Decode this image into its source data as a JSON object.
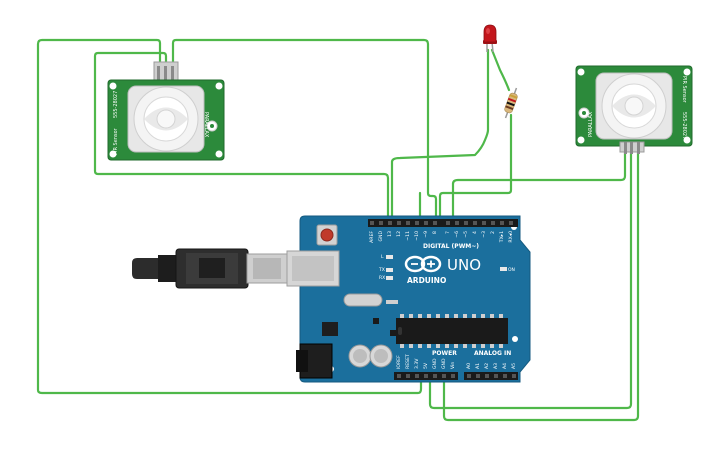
{
  "board": {
    "logo": "ARDUINO",
    "model": "UNO",
    "digital_header": "DIGITAL (PWM~)",
    "power_header": "POWER",
    "analog_header": "ANALOG IN",
    "led_l": "L",
    "led_tx": "TX",
    "led_rx": "RX",
    "led_on": "ON",
    "digital_pins": [
      "AREF",
      "GND",
      "13",
      "12",
      "~11",
      "~10",
      "~9",
      "8",
      "7",
      "~6",
      "~5",
      "4",
      "~3",
      "2",
      "TX▸1",
      "RX◂0"
    ],
    "power_pins": [
      "IOREF",
      "RESET",
      "3.3V",
      "5V",
      "GND",
      "GND",
      "Vin"
    ],
    "analog_pins": [
      "A0",
      "A1",
      "A2",
      "A3",
      "A4",
      "A5"
    ]
  },
  "sensor_left": {
    "label_a": "PIR Sensor",
    "label_b": "555-28027",
    "label_c": "PARALLAX"
  },
  "sensor_right": {
    "label_a": "PIR Sensor",
    "label_b": "555-28027",
    "label_c": "PARALLAX"
  },
  "colors": {
    "wire": "#4fb84a",
    "board": "#1b6f9d",
    "sensor_pcb": "#2c8a3b",
    "led": "#c3161c"
  }
}
